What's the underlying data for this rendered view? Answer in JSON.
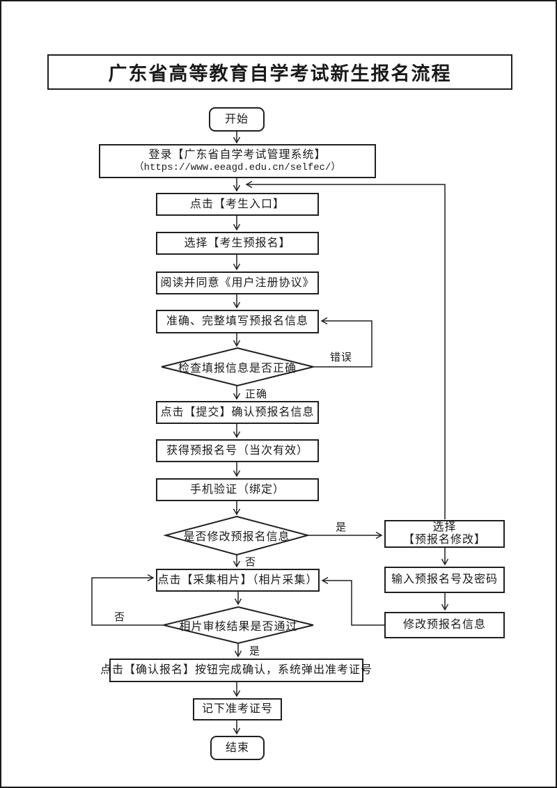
{
  "page": {
    "title": "广东省高等教育自学考试新生报名流程"
  },
  "nodes": {
    "start": {
      "label": "开始"
    },
    "login": {
      "line1": "登录【广东省自学考试管理系统】",
      "line2": "（https://www.eeagd.edu.cn/selfec/）"
    },
    "entry": {
      "label": "点击【考生入口】"
    },
    "preregister": {
      "label": "选择【考生预报名】"
    },
    "agreement": {
      "label": "阅读并同意《用户注册协议》"
    },
    "fill_info": {
      "label": "准确、完整填写预报名信息"
    },
    "check_info": {
      "label": "检查填报信息是否正确"
    },
    "submit": {
      "label": "点击【提交】确认预报名信息"
    },
    "obtain_number": {
      "label": "获得预报名号（当次有效）"
    },
    "phone_verify": {
      "label": "手机验证（绑定）"
    },
    "modify_decision": {
      "label": "是否修改预报名信息"
    },
    "select_modify": {
      "line1": "选择",
      "line2": "【预报名修改】"
    },
    "input_credentials": {
      "label": "输入预报名号及密码"
    },
    "modify_info": {
      "label": "修改预报名信息"
    },
    "collect_photo": {
      "label": "点击【采集相片】（相片采集）"
    },
    "photo_review": {
      "label": "相片审核结果是否通过"
    },
    "confirm": {
      "label": "点击【确认报名】按钮完成确认，系统弹出准考证号"
    },
    "note_number": {
      "label": "记下准考证号"
    },
    "end": {
      "label": "结束"
    }
  },
  "edge_labels": {
    "check_error": "错误",
    "check_correct": "正确",
    "modify_yes": "是",
    "modify_no": "否",
    "review_no": "否",
    "review_yes": "是"
  },
  "colors": {
    "line": "#1f1f1f",
    "background": "#ffffff",
    "text": "#1a1a1a"
  }
}
